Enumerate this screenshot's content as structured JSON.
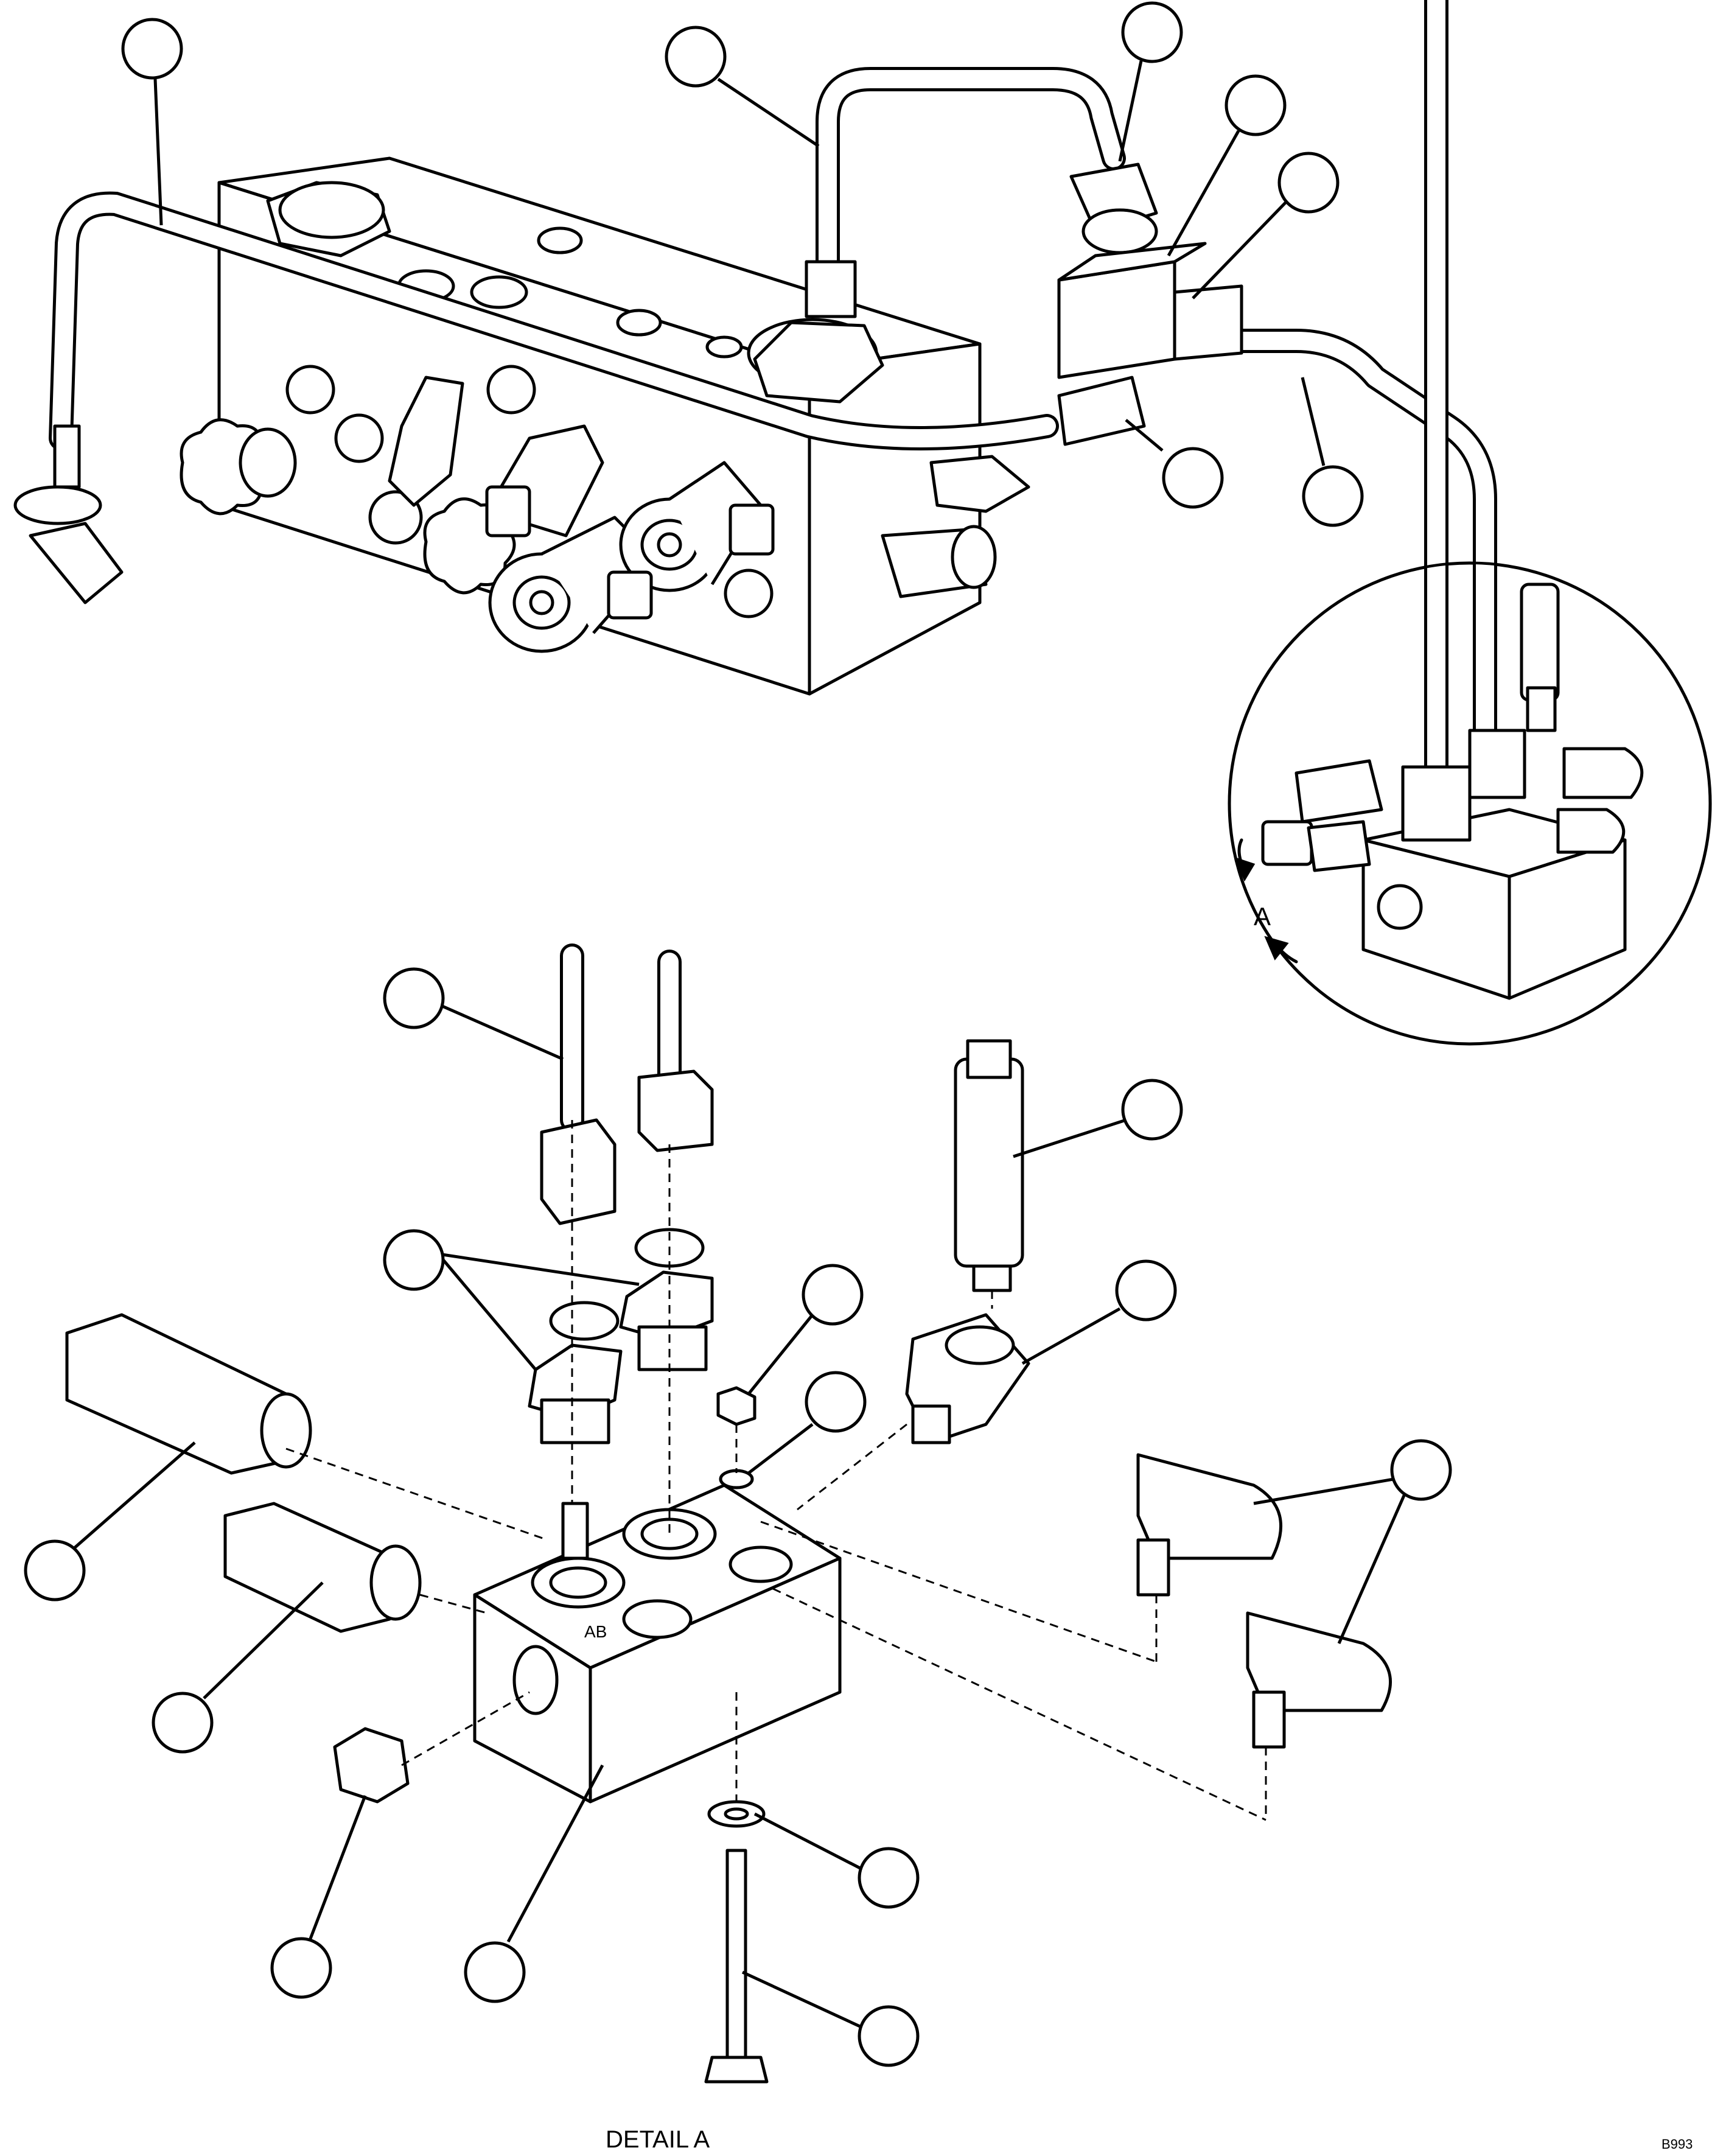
{
  "view_label": "A",
  "detail_caption": "DETAIL A",
  "drawing_id": "B993",
  "balloons": [
    {
      "id": "b1",
      "text": ""
    },
    {
      "id": "b2",
      "text": ""
    },
    {
      "id": "b3",
      "text": ""
    },
    {
      "id": "b4",
      "text": ""
    },
    {
      "id": "b5",
      "text": ""
    },
    {
      "id": "b6",
      "text": ""
    },
    {
      "id": "b7",
      "text": ""
    },
    {
      "id": "b8",
      "text": ""
    },
    {
      "id": "b9",
      "text": ""
    },
    {
      "id": "b10",
      "text": ""
    },
    {
      "id": "b11",
      "text": ""
    },
    {
      "id": "b12",
      "text": ""
    },
    {
      "id": "b13",
      "text": ""
    },
    {
      "id": "b14",
      "text": ""
    },
    {
      "id": "b15",
      "text": ""
    },
    {
      "id": "b16",
      "text": ""
    },
    {
      "id": "b17",
      "text": ""
    },
    {
      "id": "b18",
      "text": ""
    },
    {
      "id": "b19",
      "text": ""
    },
    {
      "id": "b20",
      "text": ""
    },
    {
      "id": "b21",
      "text": ""
    },
    {
      "id": "b22",
      "text": ""
    }
  ]
}
